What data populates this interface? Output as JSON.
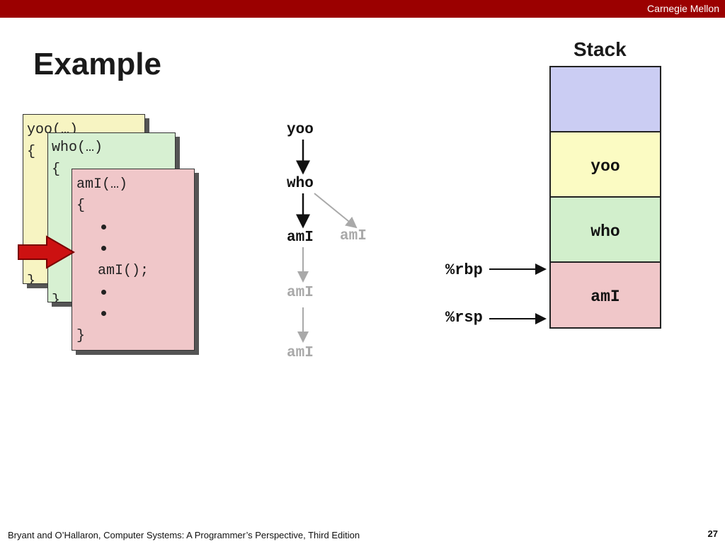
{
  "header": {
    "institution": "Carnegie Mellon",
    "bar_color": "#9b0000"
  },
  "slide": {
    "title": "Example"
  },
  "code": {
    "yoo_card": {
      "signature": "yoo(…)",
      "open_brace": "{",
      "close_brace": "}"
    },
    "who_card": {
      "signature": "who(…)",
      "open_brace": "{",
      "close_brace": "}"
    },
    "ami_card": {
      "signature": "amI(…)",
      "open_brace": "{",
      "call": "amI();",
      "close_brace": "}"
    },
    "current_line_arrow": "red-arrow-icon"
  },
  "call_tree": {
    "active": [
      "yoo",
      "who",
      "amI"
    ],
    "sibling": "amI",
    "future": [
      "amI",
      "amI"
    ]
  },
  "stack": {
    "title": "Stack",
    "frames": [
      "",
      "yoo",
      "who",
      "amI"
    ],
    "colors": [
      "#cbcdf3",
      "#fbfbc3",
      "#d2efcc",
      "#f0c7c9"
    ]
  },
  "registers": {
    "rbp": "%rbp",
    "rsp": "%rsp"
  },
  "footer": {
    "citation": "Bryant and O’Hallaron, Computer Systems: A Programmer’s Perspective, Third Edition",
    "page": "27"
  }
}
